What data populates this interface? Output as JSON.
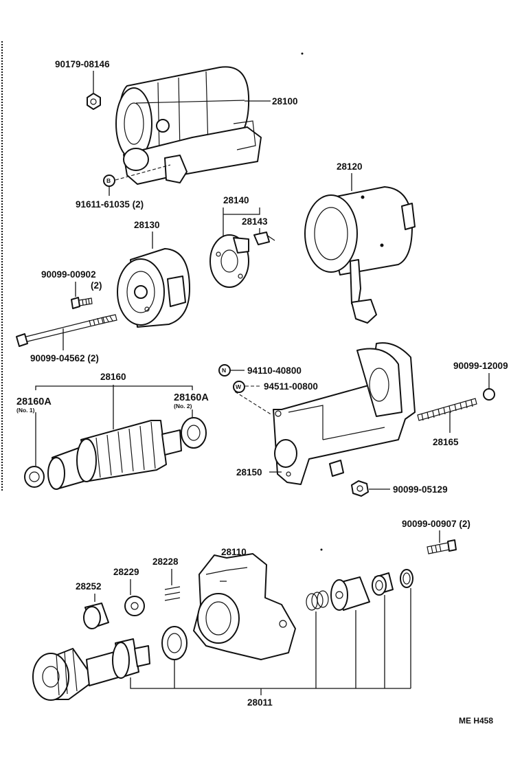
{
  "labels": {
    "p28100": "28100",
    "p90179": "90179-08146",
    "p91611": "91611-61035 (2)",
    "p28120": "28120",
    "p28140": "28140",
    "p28143": "28143",
    "p28130": "28130",
    "p90099_00902": "90099-00902",
    "p90099_00902_qty": "(2)",
    "p90099_04562": "90099-04562 (2)",
    "p28160": "28160",
    "p28160A_1": "28160A",
    "p28160A_1_note": "(No. 1)",
    "p28160A_2": "28160A",
    "p28160A_2_note": "(No. 2)",
    "p94110": "94110-40800",
    "p94511": "94511-00800",
    "p90099_12009": "90099-12009",
    "p28165": "28165",
    "p28150": "28150",
    "p90099_05129": "90099-05129",
    "p90099_00907": "90099-00907 (2)",
    "p28110": "28110",
    "p28228": "28228",
    "p28229": "28229",
    "p28252": "28252",
    "p28011": "28011",
    "diagram_code": "ME H458"
  },
  "symbols": {
    "nut": "N",
    "washer": "W",
    "bolt": "B"
  }
}
